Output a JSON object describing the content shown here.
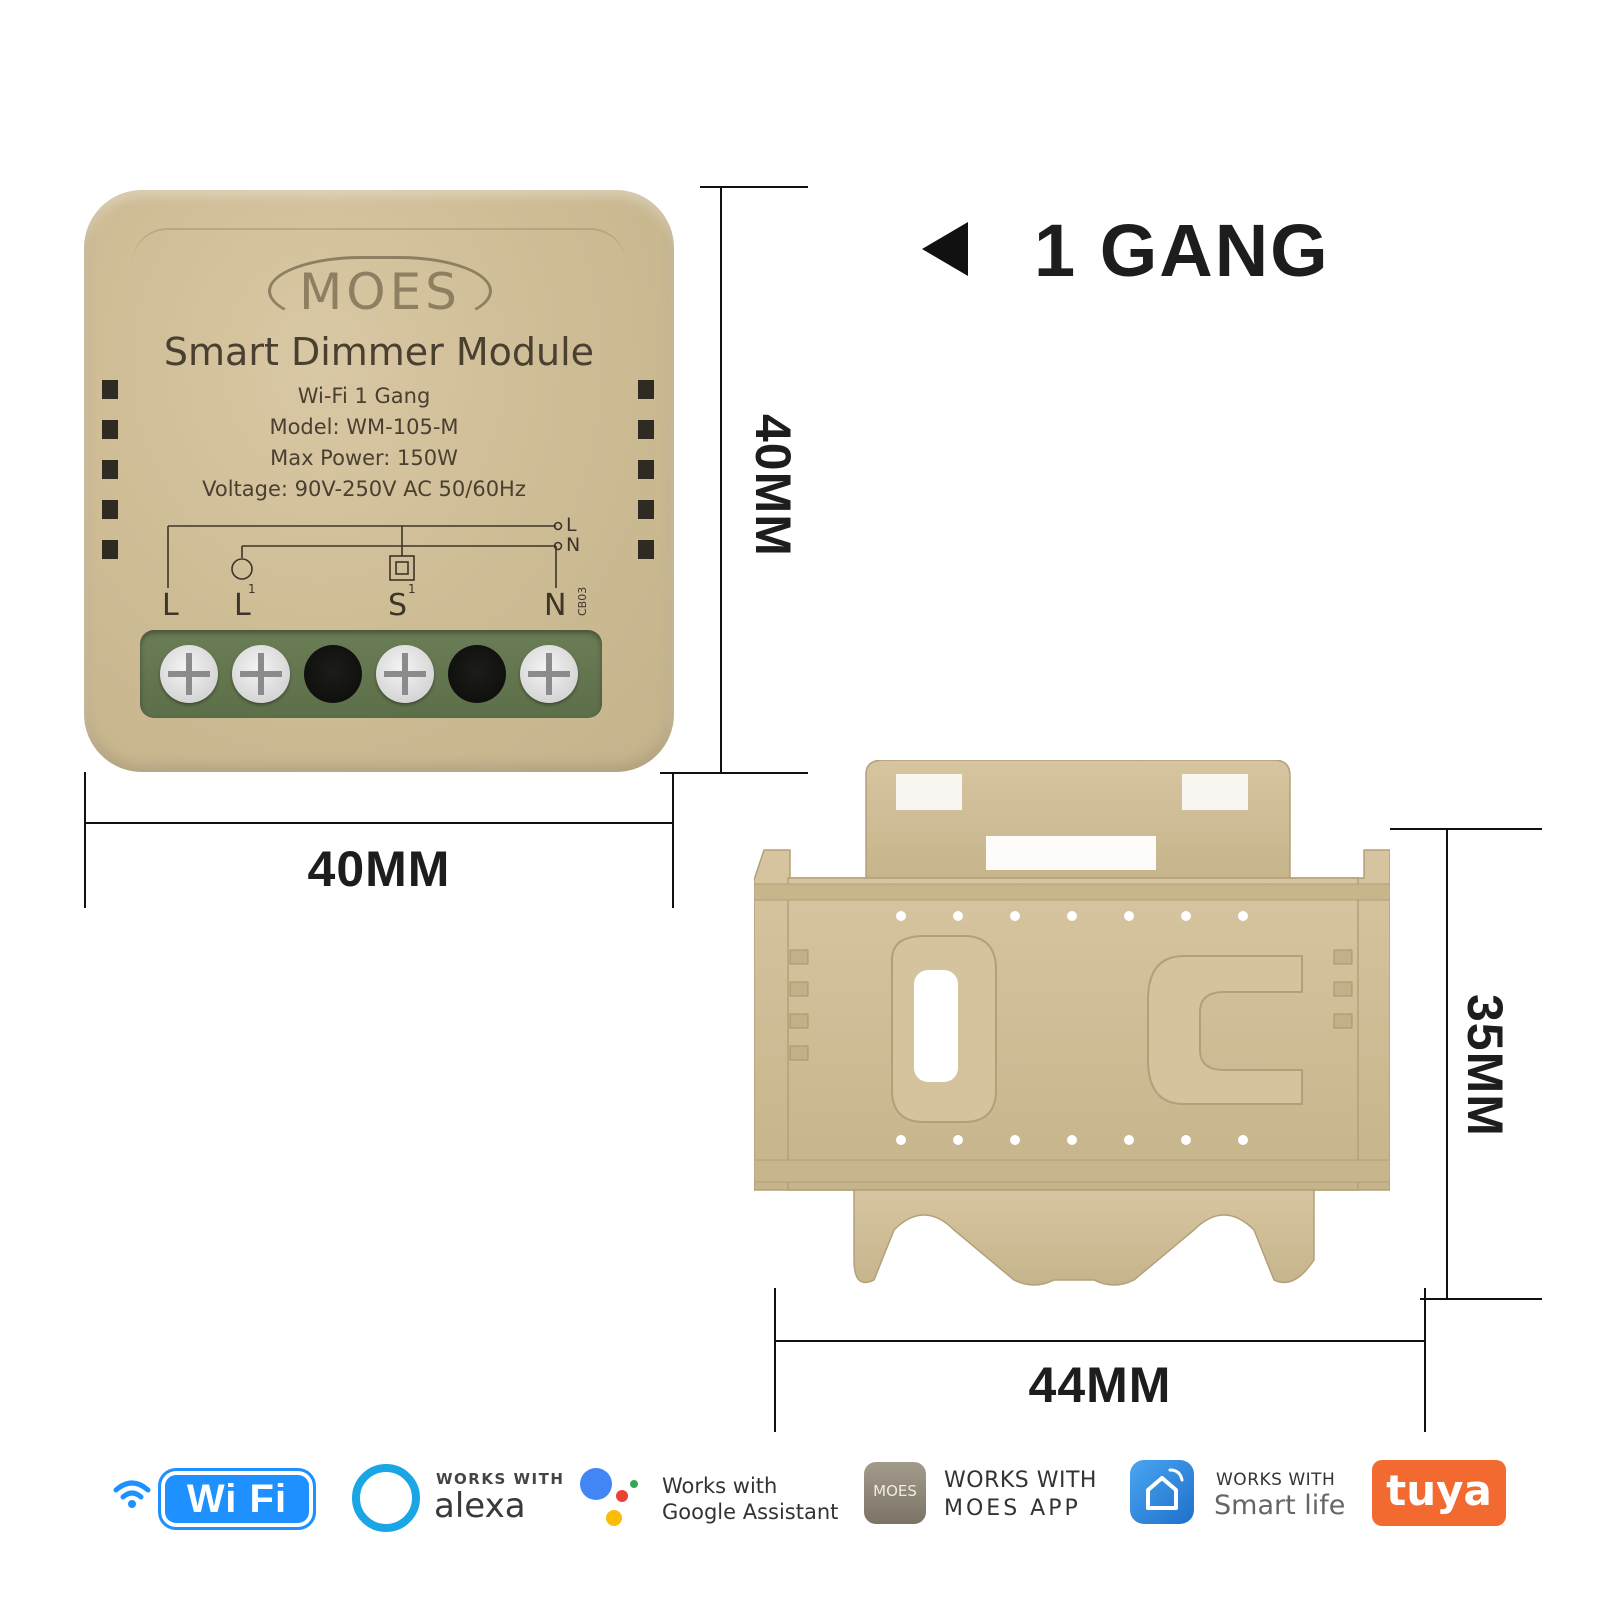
{
  "module": {
    "brand": "MOES",
    "title": "Smart Dimmer Module",
    "lines": [
      "Wi-Fi 1 Gang",
      "Model: WM-105-M",
      "Max Power: 150W",
      "Voltage: 90V-250V AC 50/60Hz"
    ],
    "terminals": [
      "L",
      "L",
      "S",
      "N"
    ],
    "terminal_superscripts": [
      "1",
      "1"
    ],
    "wire_labels": [
      "L",
      "N"
    ],
    "code": "CB03"
  },
  "gang_label": "1 GANG",
  "dimensions": {
    "module_height": "40MM",
    "module_width": "40MM",
    "bracket_height": "35MM",
    "bracket_width": "44MM"
  },
  "badges": {
    "wifi": "Wi Fi",
    "alexa_top": "WORKS WITH",
    "alexa": "alexa",
    "google_top": "Works with",
    "google": "Google Assistant",
    "moes_logo": "MOES",
    "moes_top": "WORKS WITH",
    "moes": "MOES APP",
    "smartlife_top": "WORKS WITH",
    "smartlife": "Smart life",
    "tuya": "tuya"
  },
  "colors": {
    "module_body": "#cfbd96",
    "terminal_block": "#647650",
    "bracket": "#cdbb92",
    "wifi_blue": "#1e90ff",
    "alexa_blue": "#1aa5e4",
    "smartlife_blue": "#2a86de",
    "tuya_orange": "#f26a2f"
  }
}
